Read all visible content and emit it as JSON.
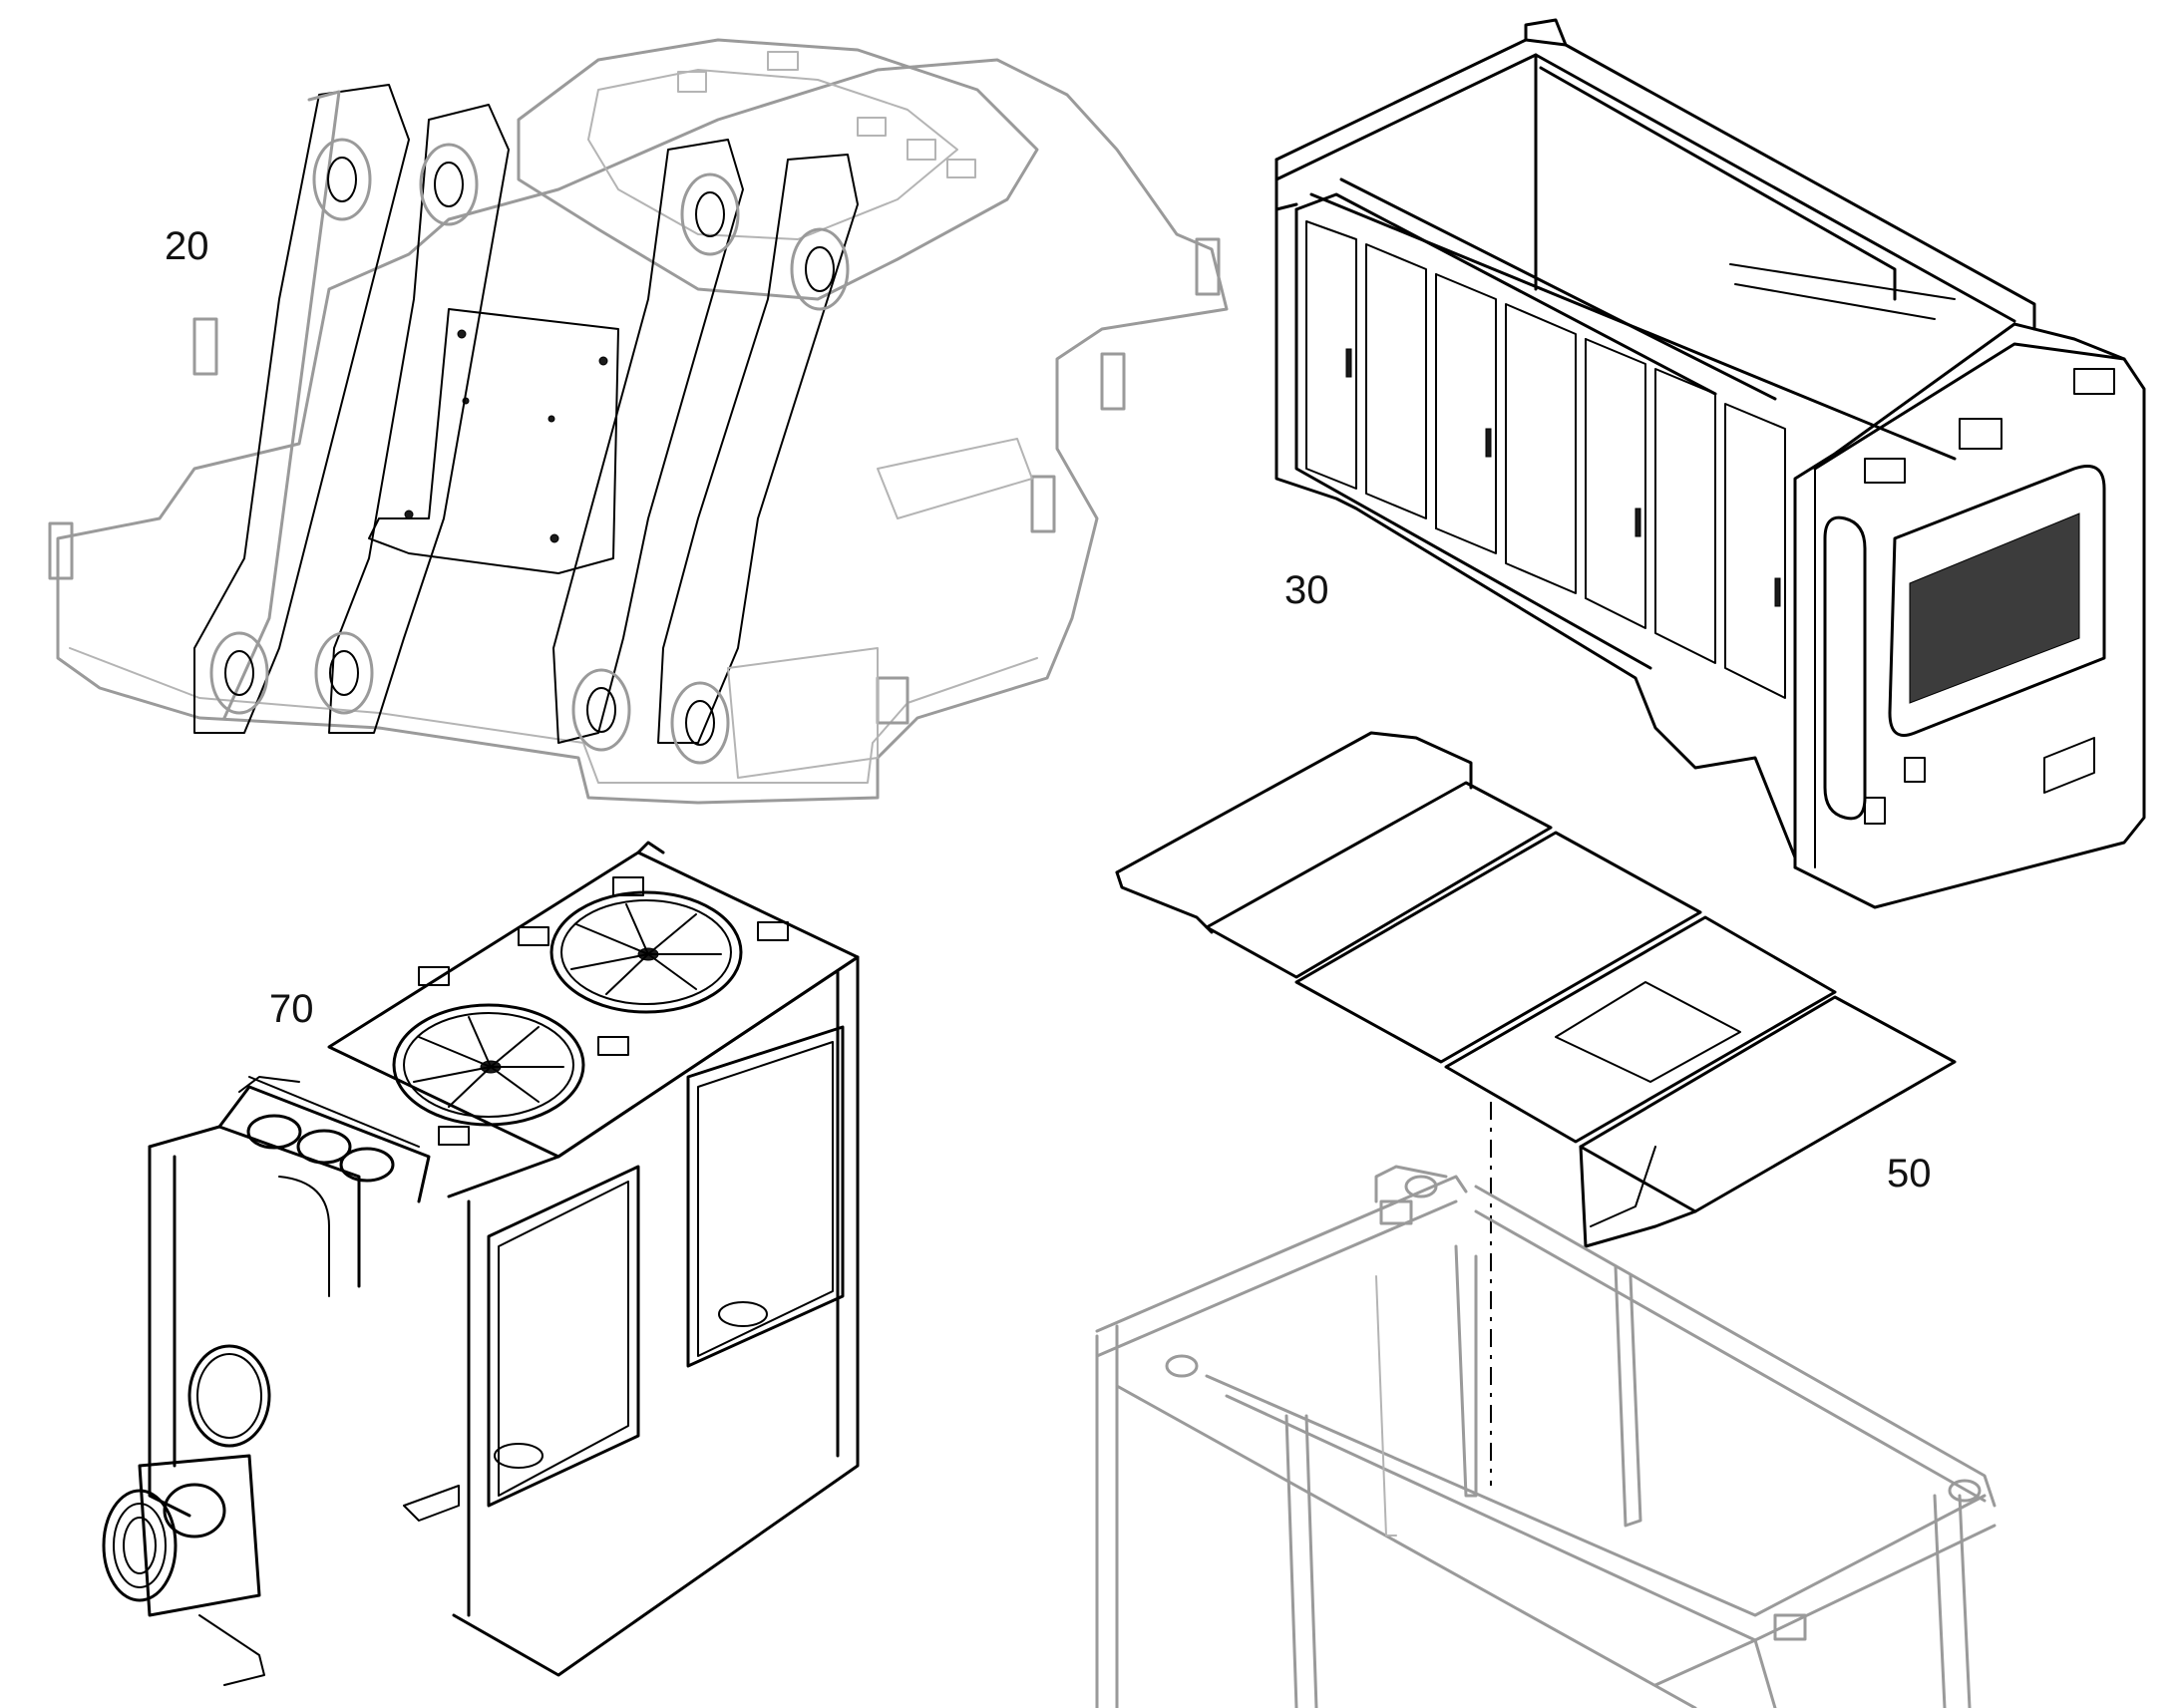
{
  "labels": {
    "part_20": "20",
    "part_30": "30",
    "part_50": "50",
    "part_70": "70"
  },
  "colors": {
    "primary_line": "#000000",
    "faded_line": "#9a9a9a",
    "background": "#ffffff"
  }
}
